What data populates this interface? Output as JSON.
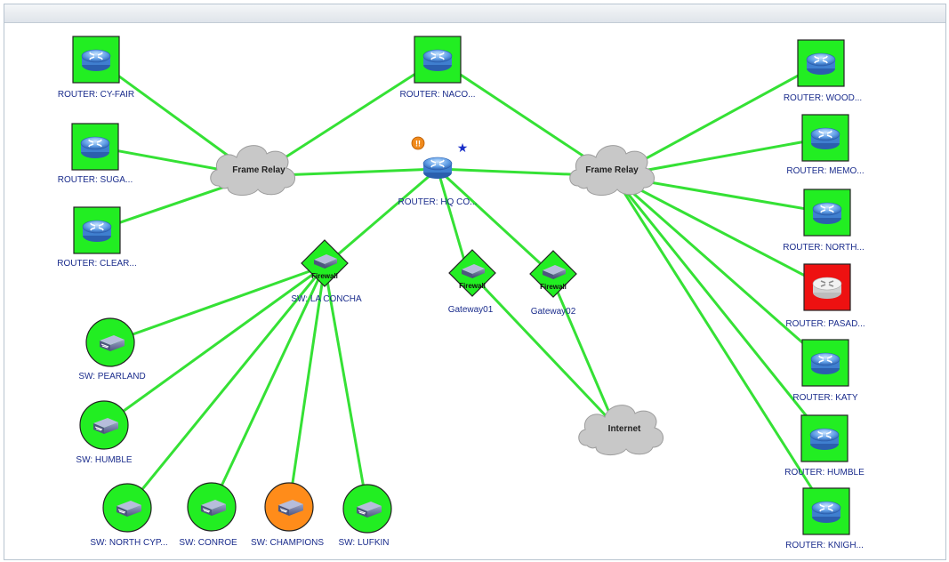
{
  "colors": {
    "link": "#35e135",
    "node_ok": "#22ee22",
    "node_alert": "#ee1111",
    "node_warn": "#ff8c1a",
    "label": "#1a2c8c",
    "cloud": "#c8c8c8"
  },
  "clouds": [
    {
      "id": "fr-left",
      "label": "Frame Relay"
    },
    {
      "id": "fr-right",
      "label": "Frame Relay"
    },
    {
      "id": "internet",
      "label": "Internet"
    }
  ],
  "routers": [
    {
      "id": "cyfair",
      "label": "ROUTER: CY-FAIR",
      "status": "ok"
    },
    {
      "id": "suga",
      "label": "ROUTER: SUGA...",
      "status": "ok"
    },
    {
      "id": "clear",
      "label": "ROUTER: CLEAR...",
      "status": "ok"
    },
    {
      "id": "naco",
      "label": "ROUTER: NACO...",
      "status": "ok"
    },
    {
      "id": "wood",
      "label": "ROUTER: WOOD...",
      "status": "ok"
    },
    {
      "id": "memo",
      "label": "ROUTER: MEMO...",
      "status": "ok"
    },
    {
      "id": "north",
      "label": "ROUTER: NORTH...",
      "status": "ok"
    },
    {
      "id": "pasad",
      "label": "ROUTER: PASAD...",
      "status": "alert"
    },
    {
      "id": "katy",
      "label": "ROUTER: KATY",
      "status": "ok"
    },
    {
      "id": "humble",
      "label": "ROUTER: HUMBLE",
      "status": "ok"
    },
    {
      "id": "knigh",
      "label": "ROUTER: KNIGH...",
      "status": "ok"
    }
  ],
  "hq": {
    "label": "ROUTER: HQ CO...",
    "alert_badge": "!!",
    "star": "★"
  },
  "firewalls": [
    {
      "id": "laconcha",
      "caption": "Firewall",
      "label": "SW: LA CONCHA"
    },
    {
      "id": "gw01",
      "caption": "Firewall",
      "label": "Gateway01"
    },
    {
      "id": "gw02",
      "caption": "Firewall",
      "label": "Gateway02"
    }
  ],
  "switches": [
    {
      "id": "pearland",
      "label": "SW: PEARLAND",
      "status": "ok"
    },
    {
      "id": "humble",
      "label": "SW: HUMBLE",
      "status": "ok"
    },
    {
      "id": "northcyp",
      "label": "SW: NORTH CYP...",
      "status": "ok"
    },
    {
      "id": "conroe",
      "label": "SW: CONROE",
      "status": "ok"
    },
    {
      "id": "champions",
      "label": "SW: CHAMPIONS",
      "status": "warn"
    },
    {
      "id": "lufkin",
      "label": "SW: LUFKIN",
      "status": "ok"
    }
  ]
}
